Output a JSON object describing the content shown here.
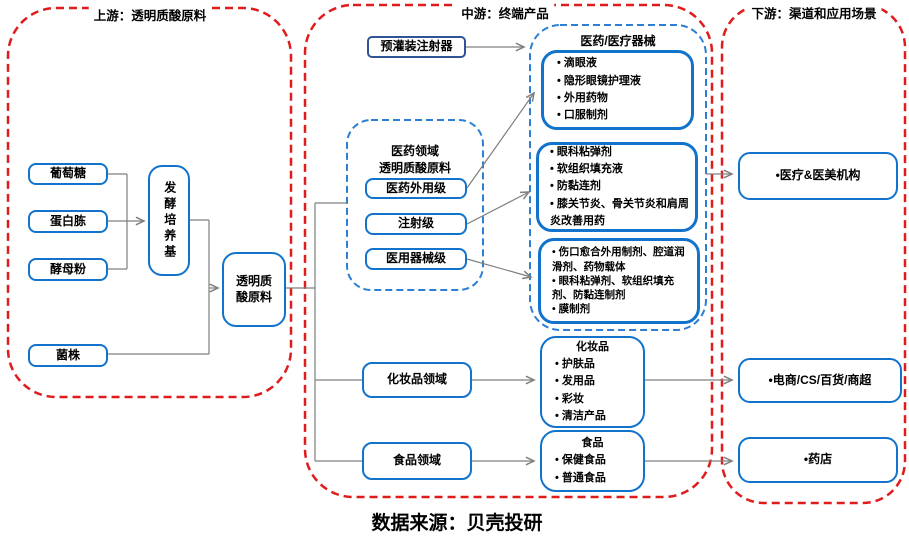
{
  "caption": "数据来源：贝壳投研",
  "upstream": {
    "title": "上游：透明质酸原料",
    "nodes": {
      "glucose": "葡萄糖",
      "peptone": "蛋白胨",
      "yeast": "酵母粉",
      "strain": "菌株",
      "ferment": "发酵培养基",
      "ha_raw": "透明质酸原料"
    }
  },
  "midstream": {
    "title": "中游：终端产品",
    "syringe": "预灌装注射器",
    "med_field": {
      "title_line1": "医药领域",
      "title_line2": "透明质酸原料",
      "grades": [
        "医药外用级",
        "注射级",
        "医用器械级"
      ]
    },
    "pharma": {
      "title": "医药/医疗器械",
      "boxes": [
        {
          "items": [
            "滴眼液",
            "隐形眼镜护理液",
            "外用药物",
            "口服制剂"
          ]
        },
        {
          "items": [
            "眼科粘弹剂",
            "软组织填充液",
            "防黏连剂",
            "膝关节炎、骨关节炎和肩周炎改善用药"
          ]
        },
        {
          "items": [
            "伤口愈合外用制剂、腔道润滑剂、药物载体",
            "眼科粘弹剂、软组织填充剂、防黏连制剂",
            "膜制剂"
          ]
        }
      ]
    },
    "cosmetics_field": "化妆品领域",
    "cosmetics": {
      "title": "化妆品",
      "items": [
        "护肤品",
        "发用品",
        "彩妆",
        "清洁产品"
      ]
    },
    "food_field": "食品领域",
    "food": {
      "title": "食品",
      "items": [
        "保健食品",
        "普通食品"
      ]
    }
  },
  "downstream": {
    "title": "下游：渠道和应用场景",
    "channels": [
      "医疗&医美机构",
      "电商/CS/百货/商超",
      "药店"
    ]
  },
  "colors": {
    "section_border_red": "#e01b1b",
    "box_border_blue": "#1173cb",
    "dashed_blue": "#2b7fd4",
    "syringe_border_navy": "#2f5496",
    "connector_gray": "#7f7f7f"
  }
}
